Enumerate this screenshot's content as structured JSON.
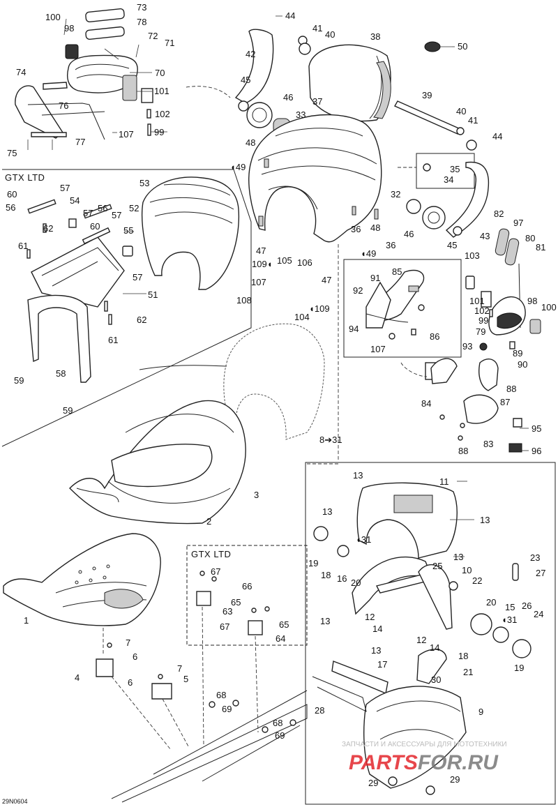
{
  "diagram": {
    "box_titles": {
      "gtx_ltd_top": "GTX LTD",
      "gtx_ltd_bottom": "GTX LTD"
    },
    "cross_ref": "8➔31",
    "figure_code": "29N0604",
    "watermark": {
      "caption": "ЗАПЧАСТИ И АКСЕССУАРЫ ДЛЯ МОТОТЕХНИКИ",
      "brand_left": "PARTS",
      "brand_right": "FOR.RU",
      "accent_color": "#e3262c"
    },
    "callouts": [
      {
        "id": "c73",
        "text": "73"
      },
      {
        "id": "c78",
        "text": "78"
      },
      {
        "id": "c100a",
        "text": "100"
      },
      {
        "id": "c98a",
        "text": "98"
      },
      {
        "id": "c72",
        "text": "72"
      },
      {
        "id": "c71",
        "text": "71"
      },
      {
        "id": "c70",
        "text": "70"
      },
      {
        "id": "c74",
        "text": "74"
      },
      {
        "id": "c76",
        "text": "76"
      },
      {
        "id": "c101a",
        "text": "101"
      },
      {
        "id": "c102a",
        "text": "102"
      },
      {
        "id": "c99a",
        "text": "99"
      },
      {
        "id": "c107a",
        "text": "107"
      },
      {
        "id": "c77",
        "text": "77"
      },
      {
        "id": "c75",
        "text": "75"
      },
      {
        "id": "c44a",
        "text": "44"
      },
      {
        "id": "c41a",
        "text": "41"
      },
      {
        "id": "c40a",
        "text": "40"
      },
      {
        "id": "c38",
        "text": "38"
      },
      {
        "id": "c50",
        "text": "50"
      },
      {
        "id": "c42",
        "text": "42"
      },
      {
        "id": "c45a",
        "text": "45"
      },
      {
        "id": "c46a",
        "text": "46"
      },
      {
        "id": "c37",
        "text": "37"
      },
      {
        "id": "c39",
        "text": "39"
      },
      {
        "id": "c33",
        "text": "33"
      },
      {
        "id": "c40b",
        "text": "40"
      },
      {
        "id": "c41b",
        "text": "41"
      },
      {
        "id": "c44b",
        "text": "44"
      },
      {
        "id": "c48a",
        "text": "48"
      },
      {
        "id": "c49a",
        "text": "49"
      },
      {
        "id": "c35",
        "text": "35"
      },
      {
        "id": "c34",
        "text": "34"
      },
      {
        "id": "c32",
        "text": "32"
      },
      {
        "id": "c53",
        "text": "53"
      },
      {
        "id": "c52",
        "text": "52"
      },
      {
        "id": "c60a",
        "text": "60"
      },
      {
        "id": "c57a",
        "text": "57"
      },
      {
        "id": "c54",
        "text": "54"
      },
      {
        "id": "c56a",
        "text": "56"
      },
      {
        "id": "c57b",
        "text": "57"
      },
      {
        "id": "c56b",
        "text": "56"
      },
      {
        "id": "c57c",
        "text": "57"
      },
      {
        "id": "c60b",
        "text": "60"
      },
      {
        "id": "c62a",
        "text": "62"
      },
      {
        "id": "c55",
        "text": "55"
      },
      {
        "id": "c61a",
        "text": "61"
      },
      {
        "id": "c57d",
        "text": "57"
      },
      {
        "id": "c51",
        "text": "51"
      },
      {
        "id": "c62b",
        "text": "62"
      },
      {
        "id": "c61b",
        "text": "61"
      },
      {
        "id": "c58",
        "text": "58"
      },
      {
        "id": "c59a",
        "text": "59"
      },
      {
        "id": "c59b",
        "text": "59"
      },
      {
        "id": "c36a",
        "text": "36"
      },
      {
        "id": "c48b",
        "text": "48"
      },
      {
        "id": "c46b",
        "text": "46"
      },
      {
        "id": "c36b",
        "text": "36"
      },
      {
        "id": "c49b",
        "text": "49"
      },
      {
        "id": "c47a",
        "text": "47"
      },
      {
        "id": "c47b",
        "text": "47"
      },
      {
        "id": "c109a",
        "text": "109"
      },
      {
        "id": "c105",
        "text": "105"
      },
      {
        "id": "c106",
        "text": "106"
      },
      {
        "id": "c107b",
        "text": "107"
      },
      {
        "id": "c108",
        "text": "108"
      },
      {
        "id": "c104",
        "text": "104"
      },
      {
        "id": "c109b",
        "text": "109"
      },
      {
        "id": "c82",
        "text": "82"
      },
      {
        "id": "c97",
        "text": "97"
      },
      {
        "id": "c43",
        "text": "43"
      },
      {
        "id": "c80",
        "text": "80"
      },
      {
        "id": "c81",
        "text": "81"
      },
      {
        "id": "c45b",
        "text": "45"
      },
      {
        "id": "c103",
        "text": "103"
      },
      {
        "id": "c85",
        "text": "85"
      },
      {
        "id": "c91",
        "text": "91"
      },
      {
        "id": "c92",
        "text": "92"
      },
      {
        "id": "c94",
        "text": "94"
      },
      {
        "id": "c107c",
        "text": "107"
      },
      {
        "id": "c86",
        "text": "86"
      },
      {
        "id": "c101b",
        "text": "101"
      },
      {
        "id": "c98b",
        "text": "98"
      },
      {
        "id": "c102b",
        "text": "102"
      },
      {
        "id": "c99b",
        "text": "99"
      },
      {
        "id": "c100b",
        "text": "100"
      },
      {
        "id": "c79",
        "text": "79"
      },
      {
        "id": "c93",
        "text": "93"
      },
      {
        "id": "c89",
        "text": "89"
      },
      {
        "id": "c90",
        "text": "90"
      },
      {
        "id": "c88a",
        "text": "88"
      },
      {
        "id": "c87",
        "text": "87"
      },
      {
        "id": "c84",
        "text": "84"
      },
      {
        "id": "c95",
        "text": "95"
      },
      {
        "id": "c83",
        "text": "83"
      },
      {
        "id": "c88b",
        "text": "88"
      },
      {
        "id": "c96",
        "text": "96"
      },
      {
        "id": "c3",
        "text": "3"
      },
      {
        "id": "c2",
        "text": "2"
      },
      {
        "id": "c13a",
        "text": "13"
      },
      {
        "id": "c11",
        "text": "11"
      },
      {
        "id": "c13b",
        "text": "13"
      },
      {
        "id": "c13c",
        "text": "13"
      },
      {
        "id": "c31a",
        "text": "31"
      },
      {
        "id": "c19a",
        "text": "19"
      },
      {
        "id": "c18a",
        "text": "18"
      },
      {
        "id": "c16",
        "text": "16"
      },
      {
        "id": "c20a",
        "text": "20"
      },
      {
        "id": "c13d",
        "text": "13"
      },
      {
        "id": "c25",
        "text": "25"
      },
      {
        "id": "c10",
        "text": "10"
      },
      {
        "id": "c22",
        "text": "22"
      },
      {
        "id": "c23",
        "text": "23"
      },
      {
        "id": "c27",
        "text": "27"
      },
      {
        "id": "c13e",
        "text": "13"
      },
      {
        "id": "c12a",
        "text": "12"
      },
      {
        "id": "c14a",
        "text": "14"
      },
      {
        "id": "c20b",
        "text": "20"
      },
      {
        "id": "c15",
        "text": "15"
      },
      {
        "id": "c31b",
        "text": "31"
      },
      {
        "id": "c26",
        "text": "26"
      },
      {
        "id": "c24",
        "text": "24"
      },
      {
        "id": "c13f",
        "text": "13"
      },
      {
        "id": "c12b",
        "text": "12"
      },
      {
        "id": "c14b",
        "text": "14"
      },
      {
        "id": "c18b",
        "text": "18"
      },
      {
        "id": "c21",
        "text": "21"
      },
      {
        "id": "c19b",
        "text": "19"
      },
      {
        "id": "c17",
        "text": "17"
      },
      {
        "id": "c30",
        "text": "30"
      },
      {
        "id": "c28",
        "text": "28"
      },
      {
        "id": "c9",
        "text": "9"
      },
      {
        "id": "c29a",
        "text": "29"
      },
      {
        "id": "c29b",
        "text": "29"
      },
      {
        "id": "c1",
        "text": "1"
      },
      {
        "id": "c7a",
        "text": "7"
      },
      {
        "id": "c6a",
        "text": "6"
      },
      {
        "id": "c4",
        "text": "4"
      },
      {
        "id": "c7b",
        "text": "7"
      },
      {
        "id": "c6b",
        "text": "6"
      },
      {
        "id": "c5",
        "text": "5"
      },
      {
        "id": "c67a",
        "text": "67"
      },
      {
        "id": "c66",
        "text": "66"
      },
      {
        "id": "c65a",
        "text": "65"
      },
      {
        "id": "c63",
        "text": "63"
      },
      {
        "id": "c67b",
        "text": "67"
      },
      {
        "id": "c65b",
        "text": "65"
      },
      {
        "id": "c64",
        "text": "64"
      },
      {
        "id": "c68a",
        "text": "68"
      },
      {
        "id": "c69a",
        "text": "69"
      },
      {
        "id": "c68b",
        "text": "68"
      },
      {
        "id": "c69b",
        "text": "69"
      }
    ]
  }
}
